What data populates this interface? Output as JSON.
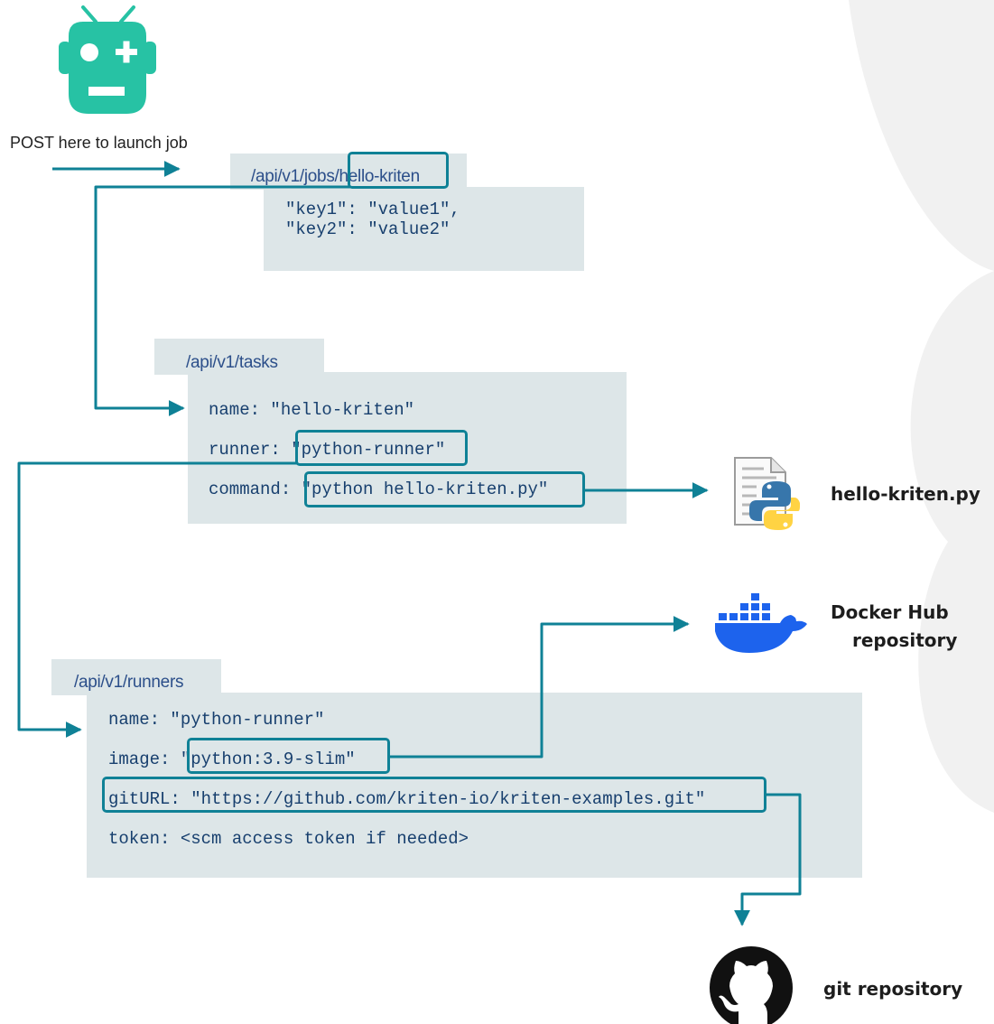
{
  "launch": {
    "caption": "POST here to launch job"
  },
  "jobs": {
    "endpoint_prefix": "/api/v1/jobs/",
    "endpoint_name": "hello-kriten",
    "body_line1": "\"key1\": \"value1\",",
    "body_line2": "\"key2\": \"value2\""
  },
  "tasks": {
    "endpoint": "/api/v1/tasks",
    "name_line": "name: \"hello-kriten\"",
    "runner_key": "runner: ",
    "runner_value": "\"python-runner\"",
    "command_key": "command: ",
    "command_value": "\"python hello-kriten.py\""
  },
  "runners": {
    "endpoint": "/api/v1/runners",
    "name_line": "name: \"python-runner\"",
    "image_key": "image: ",
    "image_value": "\"python:3.9-slim\"",
    "giturl_line": "gitURL: \"https://github.com/kriten-io/kriten-examples.git\"",
    "token_line": "token: <scm access token if needed>"
  },
  "targets": {
    "python_file": "hello-kriten.py",
    "docker_line1": "Docker Hub",
    "docker_line2": "repository",
    "git": "git repository"
  },
  "icons": {
    "robot": "robot-icon",
    "python_file": "python-file-icon",
    "docker": "docker-whale-icon",
    "github": "github-octocat-icon"
  },
  "colors": {
    "accent": "#0f8196",
    "robot": "#27c2a4",
    "panel": "#dde6e8",
    "code_text": "#173f6e",
    "docker_blue": "#1d63ed"
  }
}
